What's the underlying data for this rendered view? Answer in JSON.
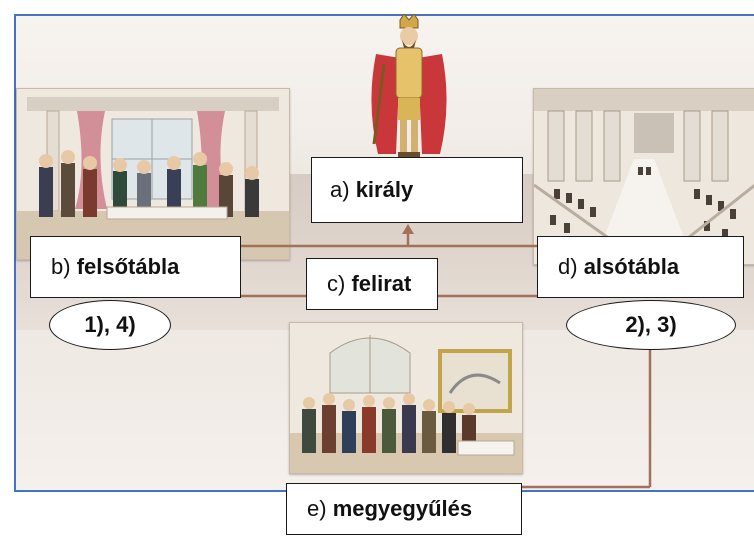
{
  "labels": {
    "a": {
      "prefix": "a)",
      "name": "király"
    },
    "b": {
      "prefix": "b)",
      "name": "felsőtábla"
    },
    "c": {
      "prefix": "c)",
      "name": "felirat"
    },
    "d": {
      "prefix": "d)",
      "name": "alsótábla"
    },
    "e": {
      "prefix": "e)",
      "name": "megyegyűlés"
    }
  },
  "answers": {
    "upper_house": "1), 4)",
    "lower_house": "2), 3)"
  },
  "colors": {
    "frame_border": "#4472c4",
    "connector": "#a5705a",
    "label_border": "#1a1a1a"
  },
  "pictures": [
    {
      "id": "king",
      "icon": "king-illustration-icon"
    },
    {
      "id": "upper-house",
      "icon": "upper-house-illustration-icon"
    },
    {
      "id": "lower-house",
      "icon": "lower-house-illustration-icon"
    },
    {
      "id": "county-assembly",
      "icon": "county-assembly-illustration-icon"
    }
  ]
}
